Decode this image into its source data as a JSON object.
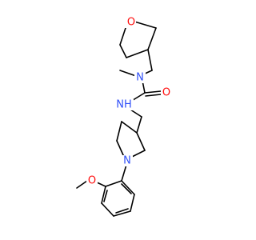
{
  "molecule": {
    "atoms": {
      "o_thf": {
        "symbol": "O",
        "color": "#ff0d0d"
      },
      "n_methyl": {
        "symbol": "N",
        "color": "#3050f8"
      },
      "o_carbonyl": {
        "symbol": "O",
        "color": "#ff0d0d"
      },
      "nh": {
        "symbol": "NH",
        "color": "#3050f8"
      },
      "n_pyrrolidine": {
        "symbol": "N",
        "color": "#3050f8"
      },
      "o_methoxy": {
        "symbol": "O",
        "color": "#ff0d0d"
      }
    },
    "bond_color": "#000000"
  }
}
